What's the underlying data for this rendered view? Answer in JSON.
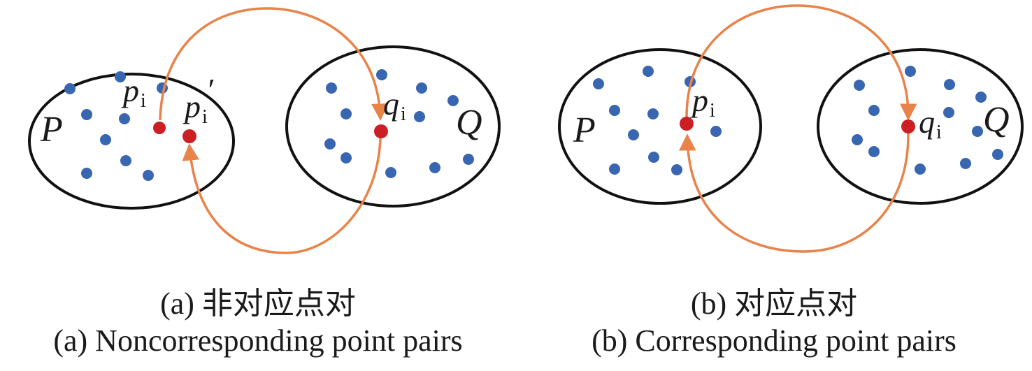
{
  "panel_a": {
    "set_p": "P",
    "set_q": "Q",
    "point_p": "p",
    "point_p_sub": "i",
    "point_p_prime": "p",
    "point_p_prime_sub": "i",
    "point_p_prime_mark": "′",
    "point_q": "q",
    "point_q_sub": "i",
    "caption_cn": "(a) 非对应点对",
    "caption_en": "(a) Noncorresponding point pairs"
  },
  "panel_b": {
    "set_p": "P",
    "set_q": "Q",
    "point_p": "p",
    "point_p_sub": "i",
    "point_q": "q",
    "point_q_sub": "i",
    "caption_cn": "(b) 对应点对",
    "caption_en": "(b) Corresponding point pairs"
  },
  "colors": {
    "point": "#3866b0",
    "highlight": "#cc1f24",
    "arrow": "#e8834a",
    "outline": "#111111"
  }
}
